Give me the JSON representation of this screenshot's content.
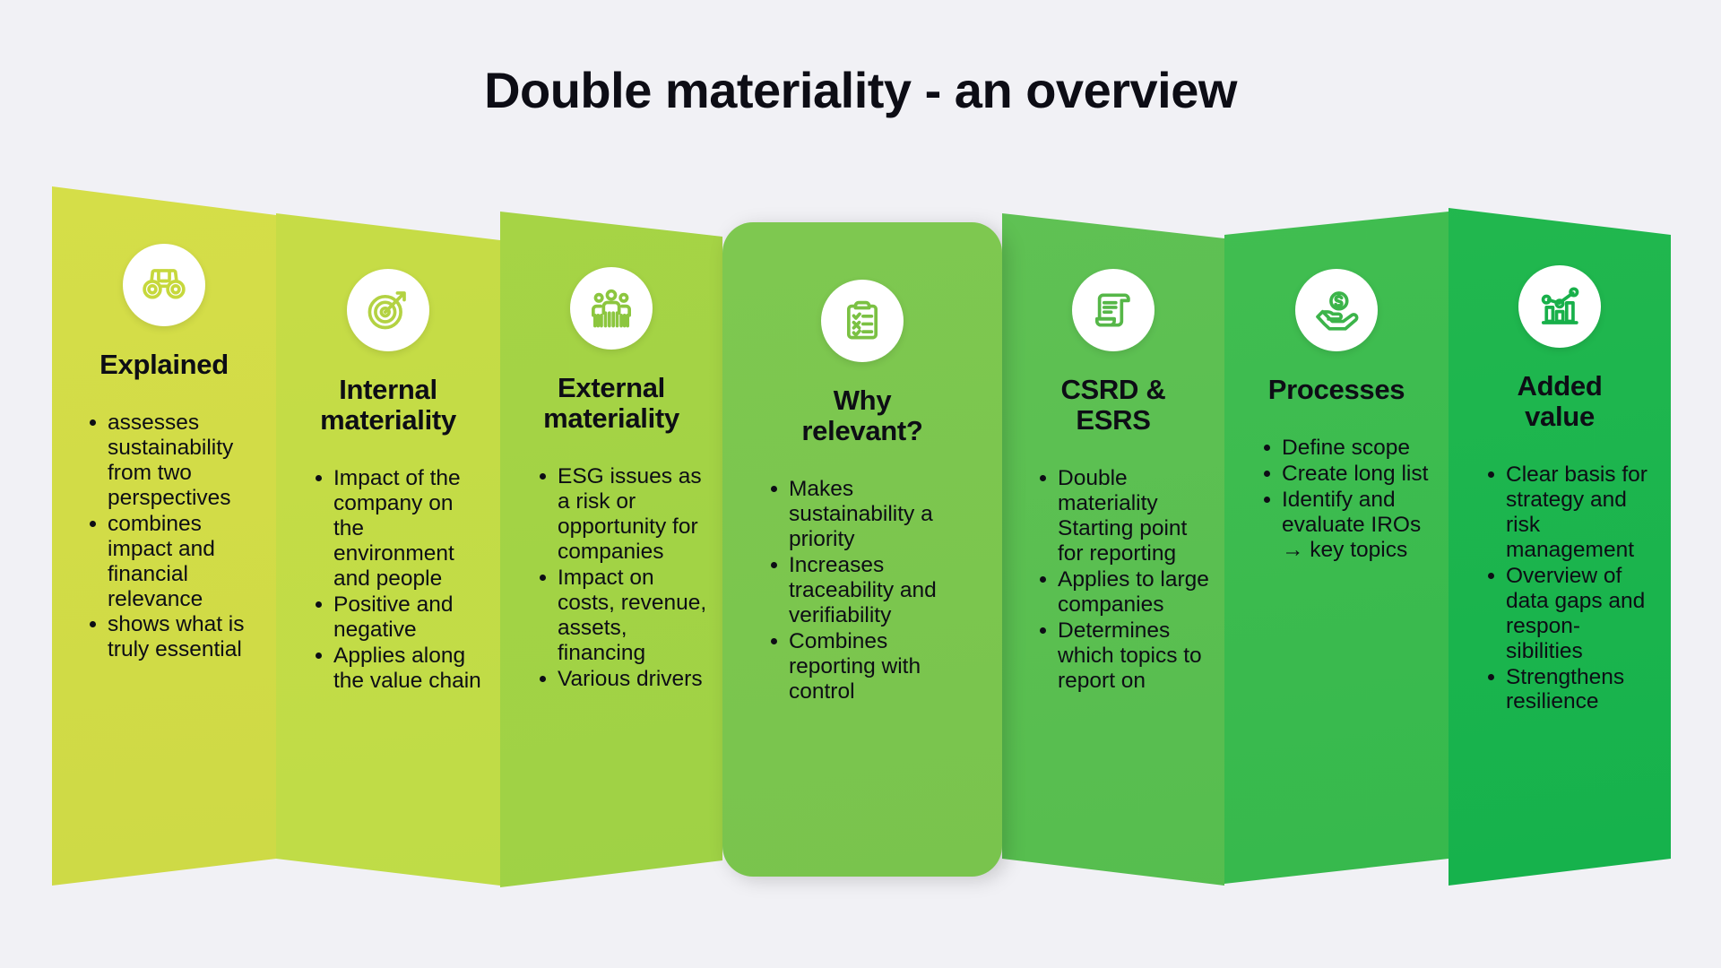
{
  "header": {
    "title": "Double materiality - an overview"
  },
  "theme": {
    "background": "#f1f1f5",
    "text": "#0d0d15",
    "badge_background": "#ffffff"
  },
  "panels": [
    {
      "id": "explained",
      "icon": "binoculars-icon",
      "icon_color": "#c6d83c",
      "title": "Explained",
      "color_top": "#d7df49",
      "color_bottom": "#cdd945",
      "bullets": [
        "assesses sustainability from two perspectives",
        "combines impact and financial relevance",
        "shows what is truly essential"
      ]
    },
    {
      "id": "internal-materiality",
      "icon": "target-icon",
      "icon_color": "#b3d242",
      "title": "Internal\nmateriality",
      "color_top": "#c9dc46",
      "color_bottom": "#bedc47",
      "bullets": [
        "Impact of the company on the environment and people",
        "Positive and negative",
        "Applies along the value chain"
      ]
    },
    {
      "id": "external-materiality",
      "icon": "people-group-icon",
      "icon_color": "#8cc63f",
      "title": "External\nmateriality",
      "color_top": "#a8d445",
      "color_bottom": "#9ed245",
      "bullets": [
        "ESG issues as a risk or opportunity for companies",
        "Impact on costs, revenue, assets, financing",
        "Various drivers"
      ]
    },
    {
      "id": "why-relevant",
      "icon": "clipboard-check-icon",
      "icon_color": "#7bc143",
      "title": "Why\nrelevant?",
      "color_top": "#7ec850",
      "color_bottom": "#79c44d",
      "bullets": [
        "Makes sustainability a priority",
        "Increases traceability and verifiability",
        "Combines reporting with control"
      ]
    },
    {
      "id": "csrd-esrs",
      "icon": "scroll-document-icon",
      "icon_color": "#56b748",
      "title": "CSRD &\nESRS",
      "color_top": "#62c255",
      "color_bottom": "#55bd4e",
      "bullets": [
        "Double materiality Starting point for reporting",
        "Applies to large companies",
        "Determines which topics to report on"
      ]
    },
    {
      "id": "processes",
      "icon": "hand-coin-icon",
      "icon_color": "#3cb44a",
      "title": "Processes",
      "color_top": "#44bf52",
      "color_bottom": "#35b84c",
      "bullets": [
        "Define scope",
        "Create long list",
        "Identify and evaluate IROs → key topics"
      ]
    },
    {
      "id": "added-value",
      "icon": "bar-chart-trend-icon",
      "icon_color": "#18b04a",
      "title": "Added\nvalue",
      "color_top": "#25b94f",
      "color_bottom": "#14b14c",
      "bullets": [
        "Clear basis for strategy and risk management",
        "Overview of data gaps and respon-sibilities",
        "Strengthens resilience"
      ]
    }
  ]
}
